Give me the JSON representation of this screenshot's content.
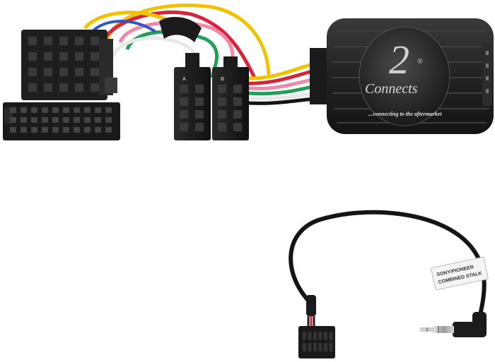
{
  "product": {
    "brand_name": "Connects",
    "brand_number": "2",
    "brand_mark": "®",
    "tagline": "...connecting to the aftermarket",
    "pin_label_left": "A",
    "pin_label_right": "B"
  },
  "cable": {
    "sticker_line_1": "SONY/PIONEER",
    "sticker_line_2": "COMBINED STALK"
  },
  "colors": {
    "plastic": "#1c1c1c",
    "interface_box": "#222222",
    "cable": "#151515",
    "wire_yellow": "#f2c200",
    "wire_red": "#d8243a",
    "wire_pink": "#f08aa6",
    "wire_green": "#22a05a",
    "wire_white": "#e8e8e8",
    "wire_blue": "#2f55c8"
  }
}
